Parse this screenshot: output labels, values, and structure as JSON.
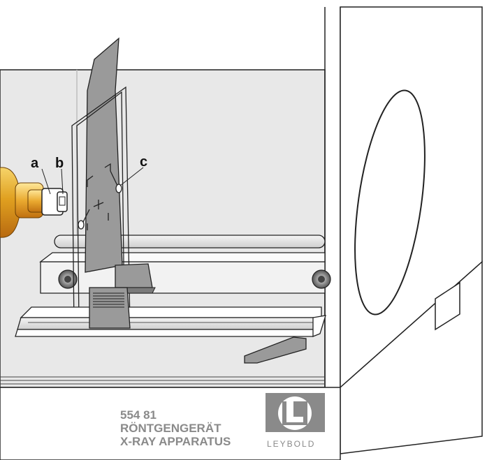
{
  "labels": {
    "a": "a",
    "b": "b",
    "c": "c"
  },
  "nameplate": {
    "line1": "554 81",
    "line2": "RÖNTGENGERÄT",
    "line3": "X-RAY APPARATUS"
  },
  "logo": {
    "brand": "LEYBOLD"
  },
  "colors": {
    "interior": "#e8e8e8",
    "outline": "#222222",
    "plate_gray": "#8a8a8a",
    "screen_gray": "#9a9a9a",
    "tube_gold": "#e0a020",
    "tube_orange": "#d97a10"
  }
}
